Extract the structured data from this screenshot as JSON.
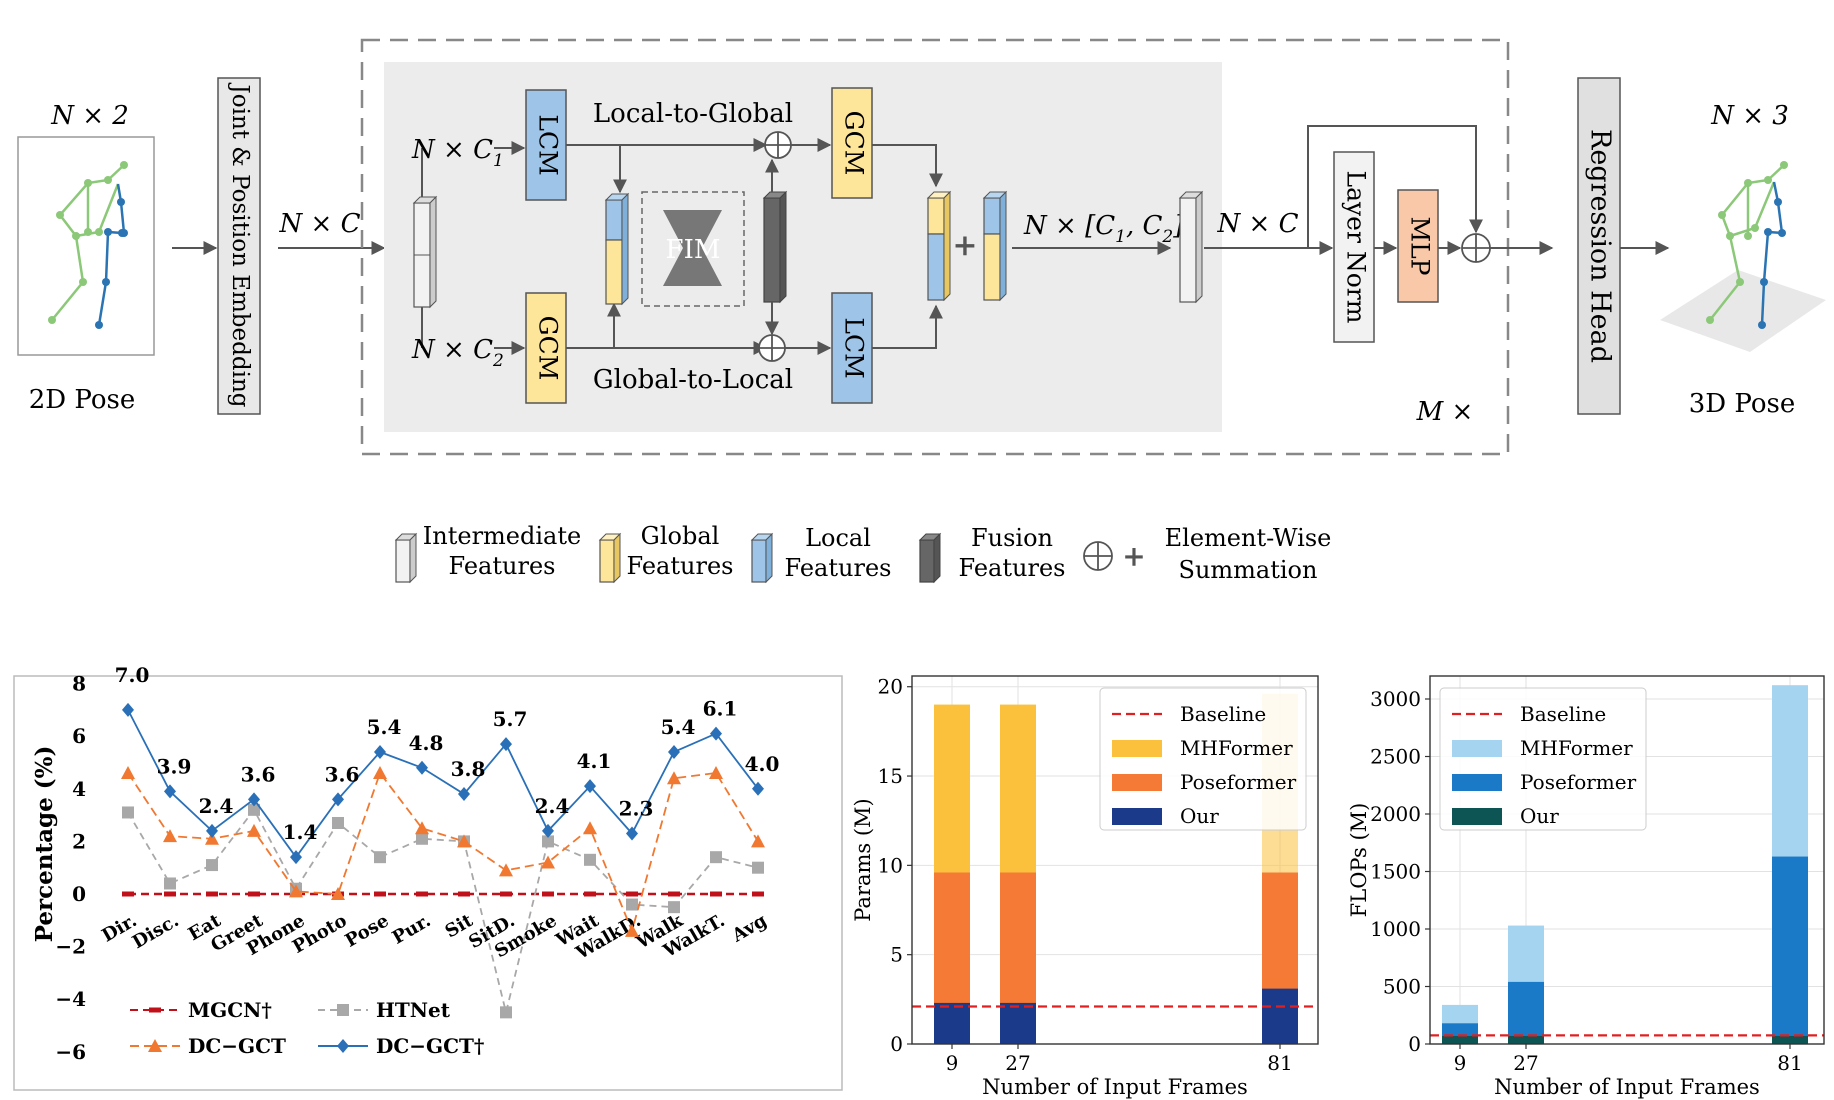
{
  "diagram": {
    "input_dim": "N × 2",
    "input_label": "2D Pose",
    "embed_label": "Joint & Position Embedding",
    "nc_label": "N × C",
    "nc1_label": "N × C",
    "nc1_sub": "1",
    "nc2_label": "N × C",
    "nc2_sub": "2",
    "lcm": "LCM",
    "gcm": "GCM",
    "fim": "FIM",
    "local_to_global": "Local-to-Global",
    "global_to_local": "Global-to-Local",
    "concat_label": "N × [C",
    "concat_sub1": "1",
    "concat_mid": ", C",
    "concat_sub2": "2",
    "concat_end": "]",
    "nc_out_label": "N × C",
    "layer_norm": "Layer Norm",
    "mlp": "MLP",
    "repeat": "M ×",
    "regression_head": "Regression Head",
    "output_dim": "N × 3",
    "output_label": "3D Pose",
    "plus": "+"
  },
  "legend": {
    "intermediate": [
      "Intermediate",
      "Features"
    ],
    "global": [
      "Global",
      "Features"
    ],
    "local": [
      "Local",
      "Features"
    ],
    "fusion": [
      "Fusion",
      "Features"
    ],
    "sum": [
      "Element-Wise",
      "Summation"
    ],
    "plus": "+"
  },
  "colors": {
    "lcm_blue": "#9ec5e8",
    "gcm_yellow": "#fde59a",
    "mlp_orange": "#f8c8a8",
    "panel_gray": "#ececec",
    "green_skeleton": "#8bc878",
    "blue_skeleton": "#2a74b4",
    "baseline_red": "#e02020"
  },
  "chart_data": [
    {
      "type": "line",
      "ylabel": "Percentage (%)",
      "ylim": [
        -6,
        8
      ],
      "yticks": [
        "8",
        "6",
        "4",
        "2",
        "0",
        "−2",
        "−4",
        "−6"
      ],
      "categories": [
        "Dir.",
        "Disc.",
        "Eat",
        "Greet",
        "Phone",
        "Photo",
        "Pose",
        "Pur.",
        "Sit",
        "SitD.",
        "Smoke",
        "Wait",
        "WalkD.",
        "Walk",
        "WalkT.",
        "Avg"
      ],
      "series": [
        {
          "name": "MGCN†",
          "color": "#c0101a",
          "values": [
            0,
            0,
            0,
            0,
            0,
            0,
            0,
            0,
            0,
            0,
            0,
            0,
            0,
            0,
            0,
            0
          ]
        },
        {
          "name": "HTNet",
          "color": "#a8a8a8",
          "values": [
            3.1,
            0.4,
            1.1,
            3.2,
            0.2,
            2.7,
            1.4,
            2.1,
            2.0,
            -4.5,
            2.0,
            1.3,
            -0.4,
            -0.5,
            1.4,
            1.0
          ]
        },
        {
          "name": "DC-GCT",
          "color": "#f07830",
          "values": [
            4.6,
            2.2,
            2.1,
            2.4,
            0.1,
            0.0,
            4.6,
            2.5,
            2.0,
            0.9,
            1.2,
            2.5,
            -1.4,
            4.4,
            4.6,
            2.0
          ]
        },
        {
          "name": "DC-GCT†",
          "color": "#2a70b8",
          "values": [
            7.0,
            3.9,
            2.4,
            3.6,
            1.4,
            3.6,
            5.4,
            4.8,
            3.8,
            5.7,
            2.4,
            4.1,
            2.3,
            5.4,
            6.1,
            4.0
          ]
        }
      ],
      "data_labels": [
        "7.0",
        "3.9",
        "2.4",
        "3.6",
        "1.4",
        "3.6",
        "5.4",
        "4.8",
        "3.8",
        "5.7",
        "2.4",
        "4.1",
        "2.3",
        "5.4",
        "6.1",
        "4.0"
      ],
      "legend": [
        "MGCN†",
        "HTNet",
        "DC−GCT",
        "DC−GCT†"
      ]
    },
    {
      "type": "bar",
      "stacked": true,
      "xlabel": "Number of Input Frames",
      "ylabel": "Params (M)",
      "ylim": [
        0,
        20.6
      ],
      "yticks": [
        "0",
        "5",
        "10",
        "15",
        "20"
      ],
      "categories": [
        "9",
        "27",
        "81"
      ],
      "series": [
        {
          "name": "Our",
          "color": "#1b3a8a",
          "values": [
            2.3,
            2.3,
            3.1
          ]
        },
        {
          "name": "Poseformer",
          "color": "#f47a35",
          "values": [
            9.6,
            9.6,
            9.6
          ]
        },
        {
          "name": "MHFormer",
          "color": "#fbc13d",
          "values": [
            19.0,
            19.0,
            19.6
          ]
        }
      ],
      "baseline": 2.1,
      "legend": [
        "Baseline",
        "MHFormer",
        "Poseformer",
        "Our"
      ]
    },
    {
      "type": "bar",
      "stacked": true,
      "xlabel": "Number of Input Frames",
      "ylabel": "FLOPs (M)",
      "ylim": [
        0,
        3200
      ],
      "yticks": [
        "0",
        "500",
        "1000",
        "1500",
        "2000",
        "2500",
        "3000"
      ],
      "categories": [
        "9",
        "27",
        "81"
      ],
      "series": [
        {
          "name": "Our",
          "color": "#0d5555",
          "values": [
            70,
            70,
            70
          ]
        },
        {
          "name": "Poseformer",
          "color": "#1a7ac8",
          "values": [
            180,
            540,
            1630
          ]
        },
        {
          "name": "MHFormer",
          "color": "#a4d4ef",
          "values": [
            340,
            1030,
            3120
          ]
        }
      ],
      "baseline": 75,
      "legend": [
        "Baseline",
        "MHFormer",
        "Poseformer",
        "Our"
      ]
    }
  ]
}
